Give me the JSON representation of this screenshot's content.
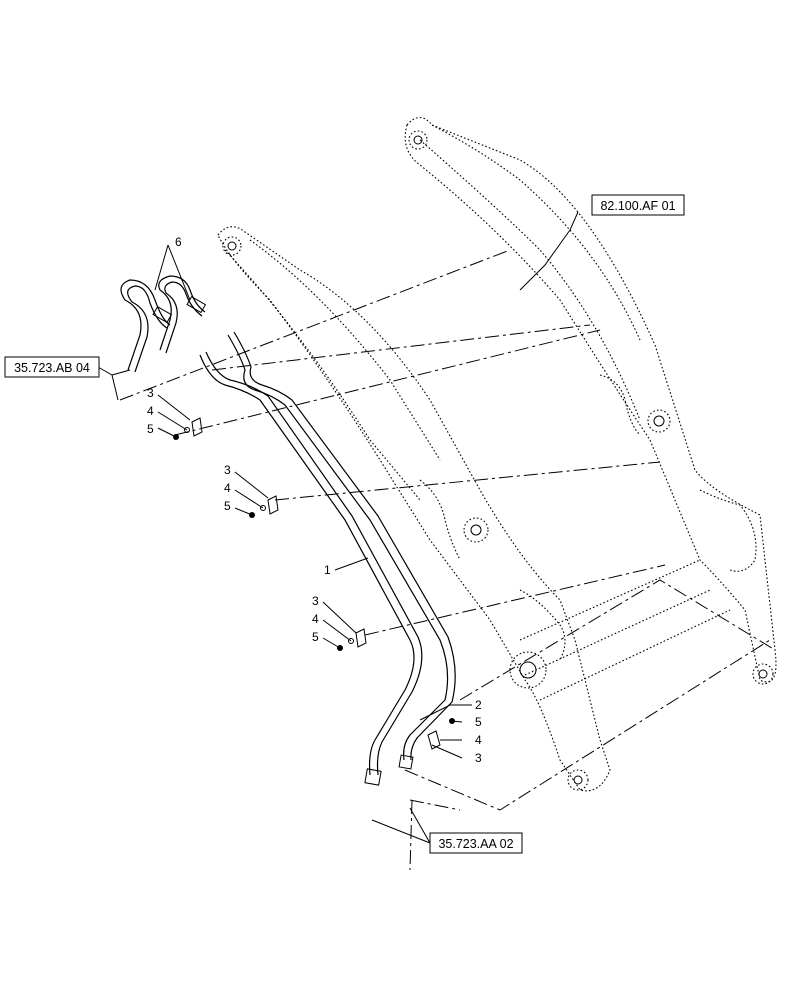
{
  "references": {
    "ref_boom": "82.100.AF 01",
    "ref_ab": "35.723.AB 04",
    "ref_aa": "35.723.AA 02"
  },
  "callouts": {
    "c1": "1",
    "c2": "2",
    "c6": "6",
    "group_top": {
      "n3": "3",
      "n4": "4",
      "n5": "5"
    },
    "group_mid": {
      "n3": "3",
      "n4": "4",
      "n5": "5"
    },
    "group_low": {
      "n3": "3",
      "n4": "4",
      "n5": "5"
    },
    "group_right": {
      "n5": "5",
      "n4": "4",
      "n3": "3"
    }
  }
}
